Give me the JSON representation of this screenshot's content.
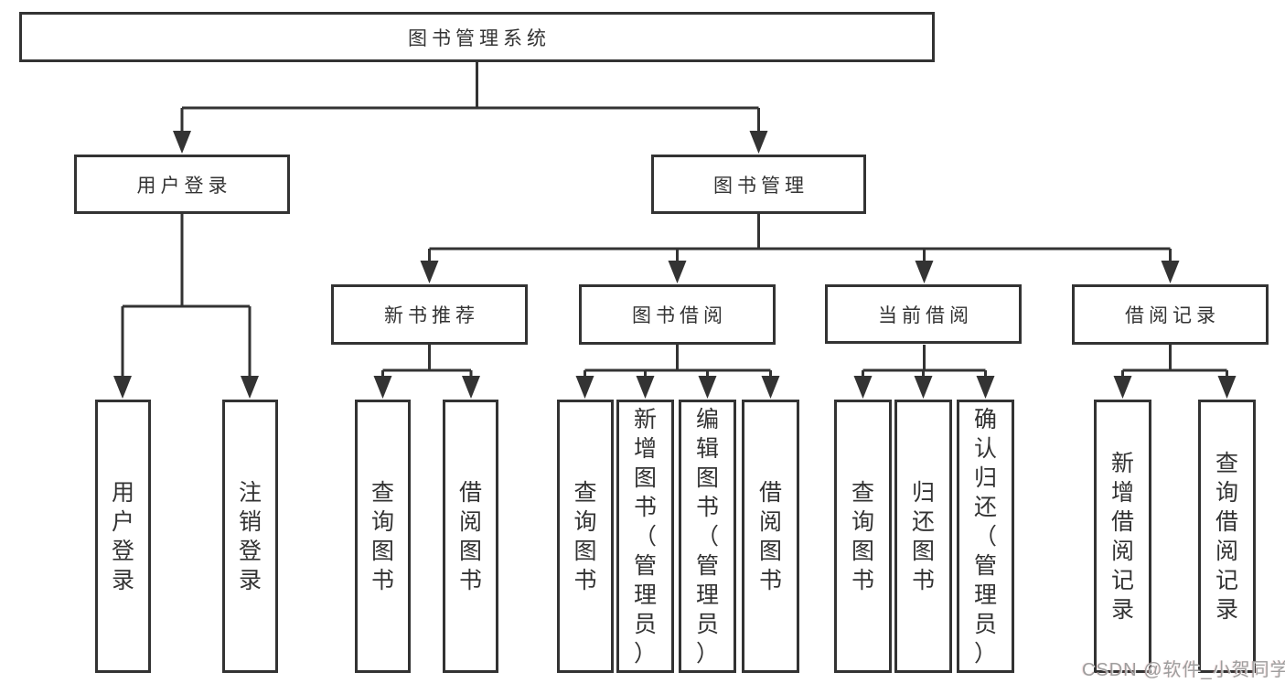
{
  "diagram": {
    "root": {
      "label": "图书管理系统"
    },
    "level2": [
      {
        "label": "用户登录"
      },
      {
        "label": "图书管理"
      }
    ],
    "level3": [
      {
        "label": "新书推荐"
      },
      {
        "label": "图书借阅"
      },
      {
        "label": "当前借阅"
      },
      {
        "label": "借阅记录"
      }
    ],
    "leaves": [
      {
        "label": "用户登录"
      },
      {
        "label": "注销登录"
      },
      {
        "label": "查询图书"
      },
      {
        "label": "借阅图书"
      },
      {
        "label": "查询图书"
      },
      {
        "label": "新增图书（管理员）"
      },
      {
        "label": "编辑图书（管理员）"
      },
      {
        "label": "借阅图书"
      },
      {
        "label": "查询图书"
      },
      {
        "label": "归还图书"
      },
      {
        "label": "确认归还（管理员）"
      },
      {
        "label": "新增借阅记录"
      },
      {
        "label": "查询借阅记录"
      }
    ],
    "watermark": "CSDN @软件_小贺同学",
    "colors": {
      "line": "#333333",
      "text": "#333333",
      "background": "#ffffff",
      "watermark": "#9e9e9e"
    }
  }
}
